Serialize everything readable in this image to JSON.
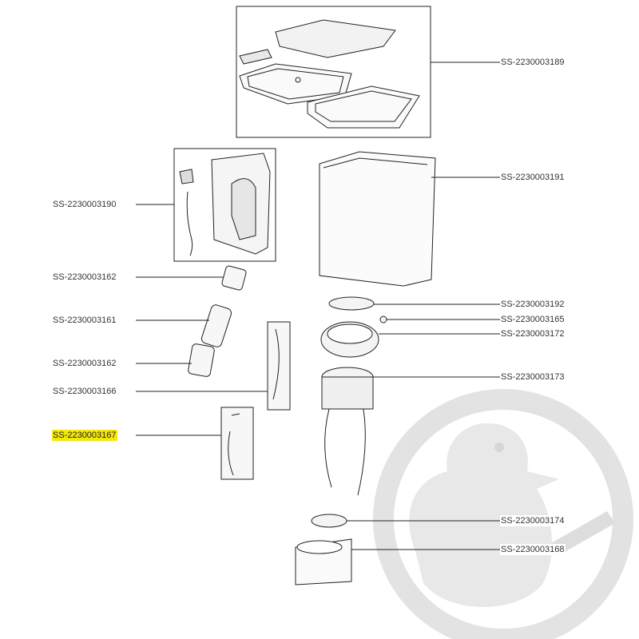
{
  "labels": {
    "p189": "SS-2230003189",
    "p190": "SS-2230003190",
    "p191": "SS-2230003191",
    "p162a": "SS-2230003162",
    "p161": "SS-2230003161",
    "p162b": "SS-2230003162",
    "p166": "SS-2230003166",
    "p167": "SS-2230003167",
    "p192": "SS-2230003192",
    "p165": "SS-2230003165",
    "p172": "SS-2230003172",
    "p173": "SS-2230003173",
    "p174": "SS-2230003174",
    "p168": "SS-2230003168"
  },
  "highlighted_part": "SS-2230003167",
  "colors": {
    "highlight": "#f4e80a",
    "line": "#222222",
    "watermark": "#dcdcdc"
  }
}
